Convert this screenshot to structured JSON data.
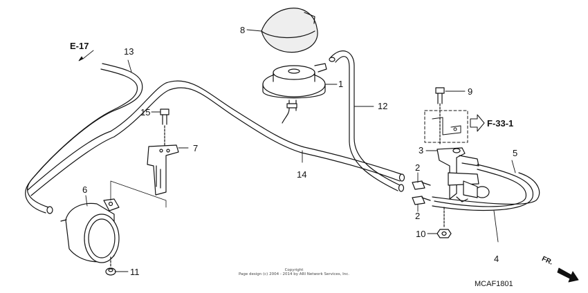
{
  "diagram": {
    "parts": [
      {
        "id": "p1",
        "number": "1"
      },
      {
        "id": "p2a",
        "number": "2"
      },
      {
        "id": "p2b",
        "number": "2"
      },
      {
        "id": "p3",
        "number": "3"
      },
      {
        "id": "p4",
        "number": "4"
      },
      {
        "id": "p5",
        "number": "5"
      },
      {
        "id": "p6",
        "number": "6"
      },
      {
        "id": "p7",
        "number": "7"
      },
      {
        "id": "p8",
        "number": "8"
      },
      {
        "id": "p9",
        "number": "9"
      },
      {
        "id": "p10",
        "number": "10"
      },
      {
        "id": "p11",
        "number": "11"
      },
      {
        "id": "p12",
        "number": "12"
      },
      {
        "id": "p13",
        "number": "13"
      },
      {
        "id": "p14",
        "number": "14"
      },
      {
        "id": "p15",
        "number": "15"
      }
    ],
    "references": {
      "e17": "E-17",
      "f331": "F-33-1"
    },
    "copyright_line1": "Copyright",
    "copyright_line2": "Page design (c) 2004 - 2014 by ARI Network Services, Inc.",
    "diagram_code": "MCAF1801",
    "direction_label": "FR."
  }
}
